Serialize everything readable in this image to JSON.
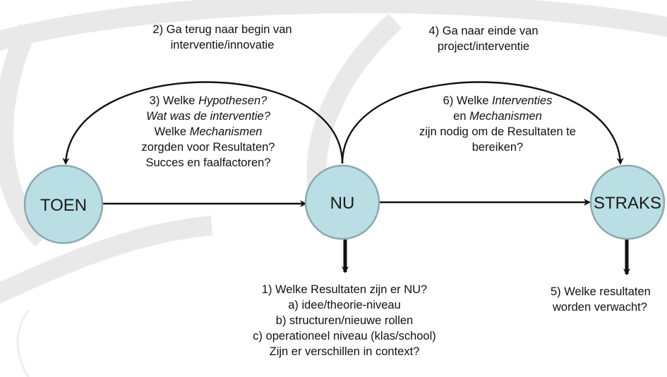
{
  "nodes": {
    "toen": "TOEN",
    "nu": "NU",
    "straks": "STRAKS"
  },
  "step2": {
    "line1": "2) Ga terug naar begin van",
    "line2": "interventie/innovatie"
  },
  "step4": {
    "line1": "4) Ga naar einde van",
    "line2": "project/interventie"
  },
  "step3": {
    "line1_prefix": "3) Welke ",
    "line1_italic": "Hypothesen?",
    "line2": "Wat was de interventie?",
    "line3_prefix": "Welke ",
    "line3_italic": "Mechanismen",
    "line4": "zorgden voor Resultaten?",
    "line5": "Succes en faalfactoren?"
  },
  "step6": {
    "line1_prefix": "6) Welke ",
    "line1_italic": "Interventies",
    "line2_prefix": "en ",
    "line2_italic": "Mechanismen",
    "line3": "zijn nodig om de Resultaten te",
    "line4": "bereiken?"
  },
  "step1": {
    "line1": "1) Welke Resultaten zijn er NU?",
    "line2": "a) idee/theorie-niveau",
    "line3": "b) structuren/nieuwe rollen",
    "line4": "c) operationeel niveau (klas/school)",
    "line5": "Zijn er verschillen in context?"
  },
  "step5": {
    "line1": "5) Welke resultaten",
    "line2": "worden verwacht?"
  },
  "colors": {
    "node_fill": "#b9dfe4",
    "node_stroke": "#8aa9ae",
    "watermark": "#e9e9e9",
    "arrow": "#111111"
  }
}
